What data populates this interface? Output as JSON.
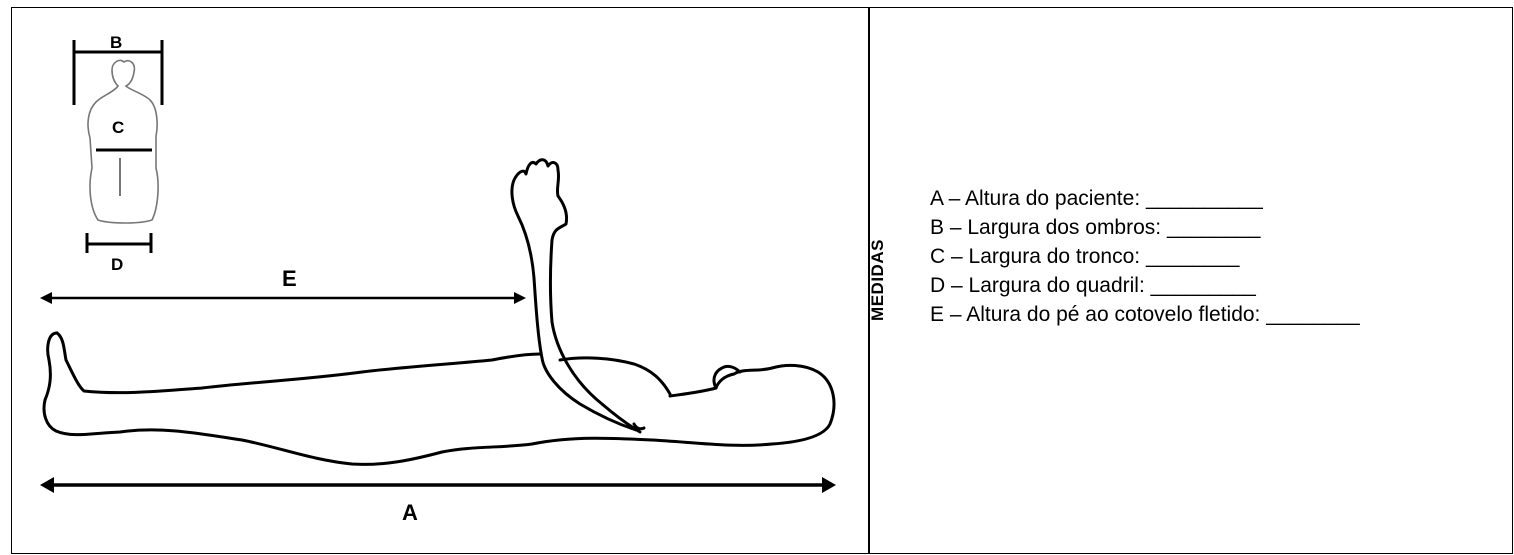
{
  "diagram": {
    "labels": {
      "a": "A",
      "b": "B",
      "c": "C",
      "d": "D",
      "e": "E"
    }
  },
  "panel": {
    "side_label": "MEDIDAS",
    "items": [
      "A – Altura do paciente: __________",
      "B – Largura dos ombros: ________",
      "C – Largura do tronco: ________",
      "D – Largura do quadril: _________",
      "E – Altura do pé ao cotovelo fletido: ________"
    ]
  }
}
